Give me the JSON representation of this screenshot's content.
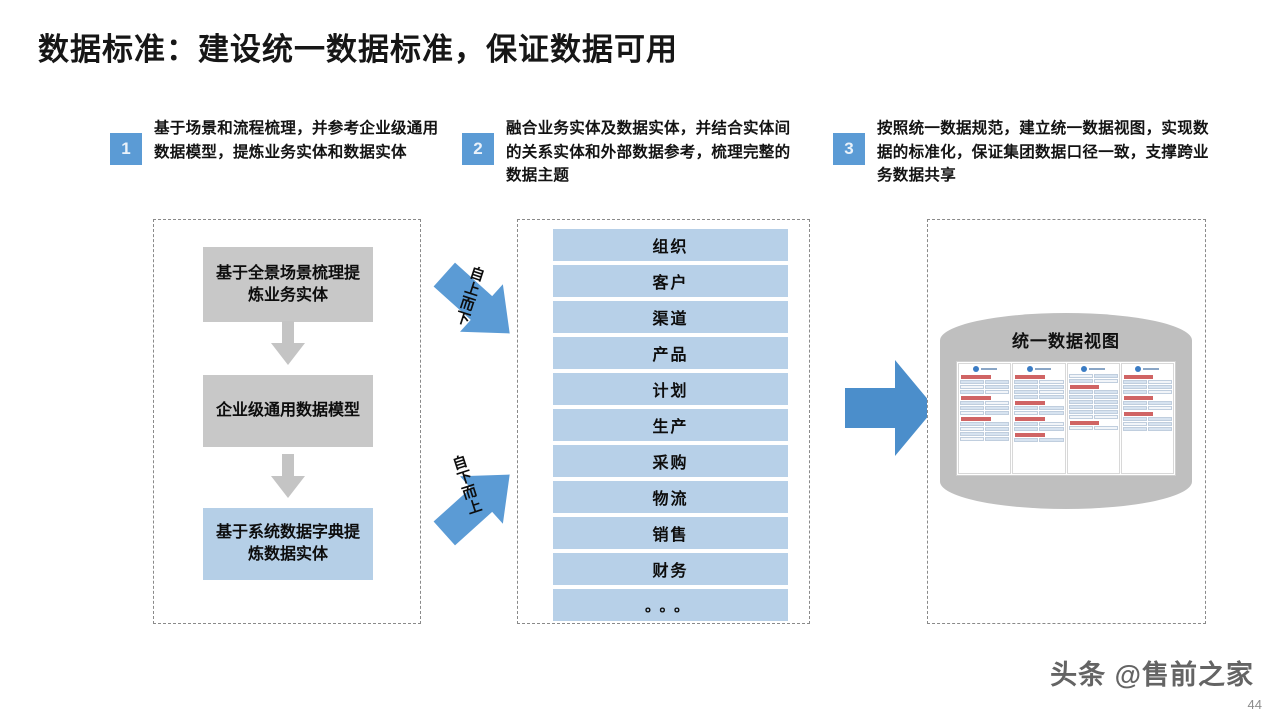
{
  "slide": {
    "title": "数据标准：建设统一数据标准，保证数据可用",
    "page_number": "44",
    "watermark": "头条 @售前之家"
  },
  "colors": {
    "accent_blue": "#5b9bd5",
    "light_blue": "#b7d0e8",
    "box_gray": "#c8c8c8",
    "cylinder_gray": "#bfbfbf",
    "dashed_border": "#8a8a8a"
  },
  "steps": [
    {
      "number": "1",
      "text": "基于场景和流程梳理，并参考企业级通用数据模型，提炼业务实体和数据实体"
    },
    {
      "number": "2",
      "text": "融合业务实体及数据实体，并结合实体间的关系实体和外部数据参考，梳理完整的数据主题"
    },
    {
      "number": "3",
      "text": "按照统一数据规范，建立统一数据视图，实现数据的标准化，保证集团数据口径一致，支撑跨业务数据共享"
    }
  ],
  "panel1": {
    "boxes": [
      {
        "label": "基于全景场景梳理提炼业务实体",
        "style": "gray"
      },
      {
        "label": "企业级通用数据模型",
        "style": "gray"
      },
      {
        "label": "基于系统数据字典提炼数据实体",
        "style": "blue"
      }
    ]
  },
  "arrows": {
    "top_down_label": "自上而下",
    "bottom_up_label": "自下而上",
    "main_arrow": "right-arrow-icon"
  },
  "panel2": {
    "items": [
      "组织",
      "客户",
      "渠道",
      "产品",
      "计划",
      "生产",
      "采购",
      "物流",
      "销售",
      "财务",
      "。。。"
    ]
  },
  "panel3": {
    "cylinder_title": "统一数据视图",
    "thumbnail": "data-map-thumbnail"
  }
}
